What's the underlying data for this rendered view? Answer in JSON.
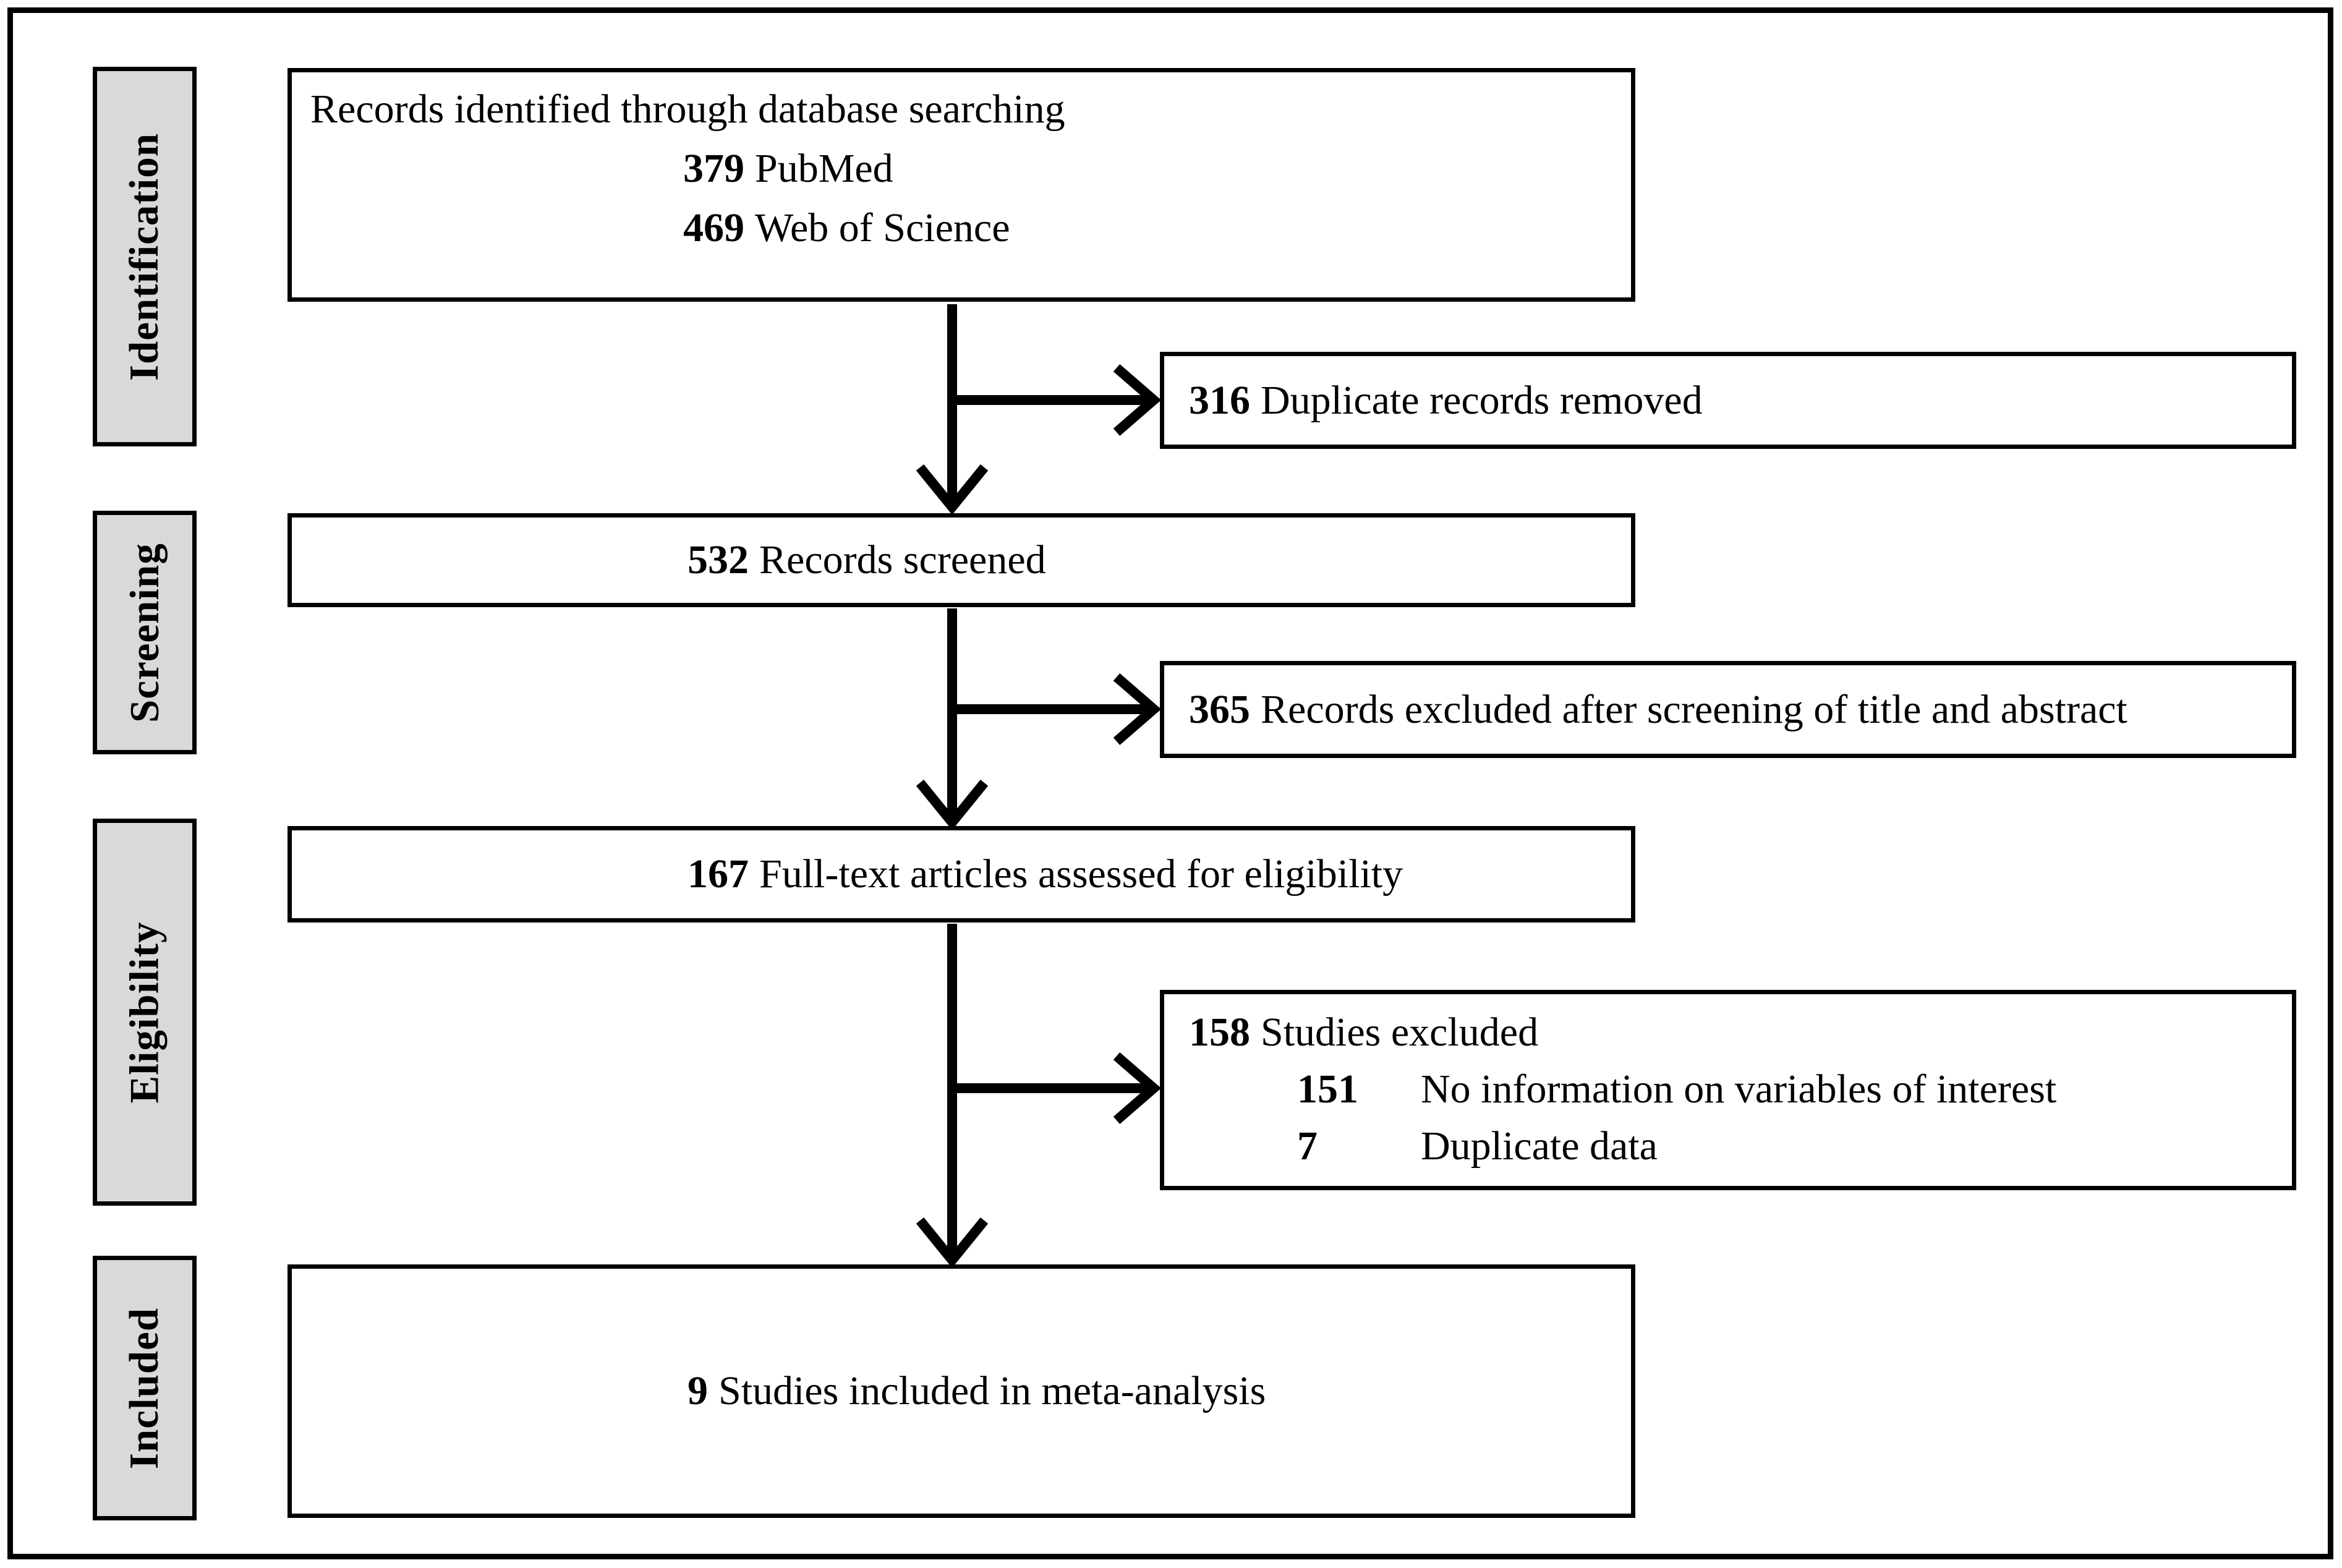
{
  "diagram": {
    "colors": {
      "stage_fill": "#d9d9d9",
      "box_fill": "#ffffff",
      "line": "#000000",
      "text": "#000000",
      "background": "#ffffff"
    },
    "stages": [
      {
        "label": "Identification"
      },
      {
        "label": "Screening"
      },
      {
        "label": "Eligibility"
      },
      {
        "label": "Included"
      }
    ],
    "boxes": {
      "identified": {
        "title": "Records identified through database searching",
        "items": [
          {
            "count": "379",
            "label": "PubMed"
          },
          {
            "count": "469",
            "label": "Web of Science"
          }
        ]
      },
      "duplicates_removed": {
        "count": "316",
        "label": "Duplicate records removed"
      },
      "screened": {
        "count": "532",
        "label": "Records screened"
      },
      "excluded_screening": {
        "count": "365",
        "label": "Records excluded after screening of title and abstract"
      },
      "fulltext_assessed": {
        "count": "167",
        "label": "Full-text articles assessed for eligibility"
      },
      "studies_excluded": {
        "count": "158",
        "label": "Studies excluded",
        "items": [
          {
            "count": "151",
            "label": "No information on variables of interest"
          },
          {
            "count": "7",
            "label": "Duplicate data"
          }
        ]
      },
      "included": {
        "count": "9",
        "label": "Studies included in meta-analysis"
      }
    }
  }
}
